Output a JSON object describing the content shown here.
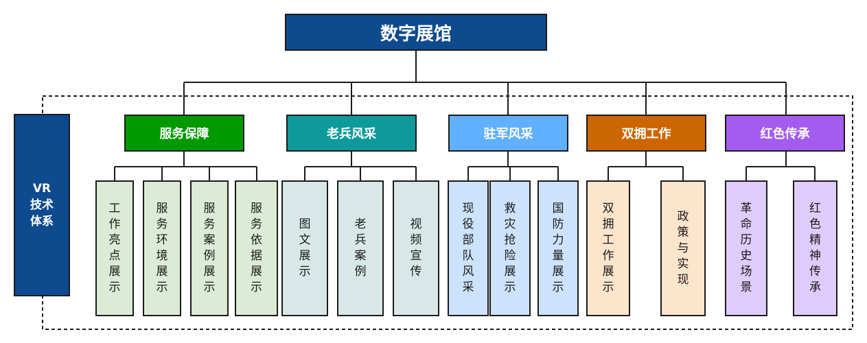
{
  "root": {
    "title": "数字展馆"
  },
  "side": {
    "label": "VR技术体系"
  },
  "categories": [
    {
      "label": "服务保障",
      "color": "#009900",
      "leaves": [
        "工作亮点展示",
        "服务环境展示",
        "服务案例展示",
        "服务依据展示"
      ],
      "leaf_color": "#dcebd5"
    },
    {
      "label": "老兵风采",
      "color": "#0e9a9a",
      "leaves": [
        "图文展示",
        "老兵案例",
        "视频宣传"
      ],
      "leaf_color": "#d8e8e8"
    },
    {
      "label": "驻军风采",
      "color": "#60b0ff",
      "leaves": [
        "现役部队风采",
        "救灾抢险展示",
        "国防力量展示"
      ],
      "leaf_color": "#cde3fb"
    },
    {
      "label": "双拥工作",
      "color": "#cc6600",
      "leaves": [
        "双拥工作展示",
        "政策与实现"
      ],
      "leaf_color": "#fde5cc"
    },
    {
      "label": "红色传承",
      "color": "#a45cf0",
      "leaves": [
        "革命历史场景",
        "红色精神传承"
      ],
      "leaf_color": "#e0ccfa"
    }
  ]
}
